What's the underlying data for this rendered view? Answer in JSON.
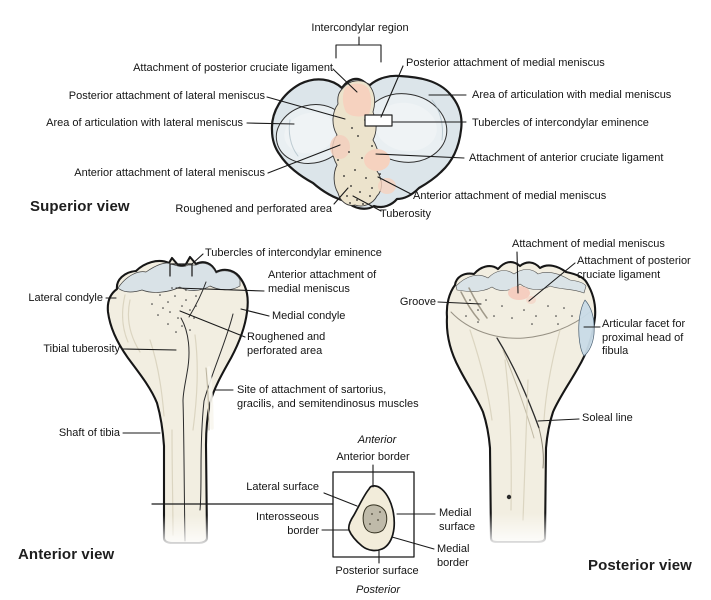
{
  "superior": {
    "title": "Superior view",
    "labels": {
      "intercondylar_region": "Intercondylar region",
      "attachment_posterior_cruciate_ligament": "Attachment of posterior cruciate ligament",
      "posterior_attachment_medial_meniscus": "Posterior attachment of medial meniscus",
      "posterior_attachment_lateral_meniscus": "Posterior attachment of lateral meniscus",
      "area_articulation_medial_meniscus": "Area of articulation with medial meniscus",
      "area_articulation_lateral_meniscus": "Area of articulation with lateral meniscus",
      "tubercles_intercondylar_eminence": "Tubercles of intercondylar eminence",
      "attachment_anterior_cruciate_ligament": "Attachment of anterior cruciate ligament",
      "anterior_attachment_lateral_meniscus": "Anterior attachment of lateral meniscus",
      "anterior_attachment_medial_meniscus": "Anterior attachment of medial meniscus",
      "roughened_perforated_area": "Roughened and perforated area",
      "tuberosity": "Tuberosity"
    }
  },
  "anterior": {
    "title": "Anterior view",
    "labels": {
      "tubercles_intercondylar_eminence": "Tubercles of intercondylar eminence",
      "anterior_attachment_medial_meniscus": [
        "Anterior attachment of",
        "medial meniscus"
      ],
      "lateral_condyle": "Lateral condyle",
      "medial_condyle": "Medial condyle",
      "tibial_tuberosity": "Tibial tuberosity",
      "roughened_perforated_area": [
        "Roughened and",
        "perforated area"
      ],
      "sartorius_site": [
        "Site of attachment of sartorius,",
        "gracilis, and semitendinosus muscles"
      ],
      "shaft_of_tibia": "Shaft of tibia"
    }
  },
  "cross_section": {
    "labels": {
      "anterior_direction": "Anterior",
      "anterior_border": "Anterior border",
      "lateral_surface": "Lateral surface",
      "interosseous_border": [
        "Interosseous",
        "border"
      ],
      "medial_surface": [
        "Medial",
        "surface"
      ],
      "medial_border": [
        "Medial",
        "border"
      ],
      "posterior_surface": "Posterior surface",
      "posterior_direction": "Posterior"
    }
  },
  "posterior": {
    "title": "Posterior view",
    "labels": {
      "attachment_medial_meniscus": "Attachment of medial meniscus",
      "attachment_posterior_cruciate_ligament": [
        "Attachment of posterior",
        "cruciate ligament"
      ],
      "groove": "Groove",
      "articular_facet_fibula": [
        "Articular facet for",
        "proximal head of",
        "fibula"
      ],
      "soleal_line": "Soleal line"
    }
  },
  "colors": {
    "articular_surface_blue": "#dce5ea",
    "bone_cream": "#f2eee1",
    "intercondylar_beige": "#ece3cc",
    "attachment_pink": "#f6d2bf",
    "outline": "#1b1b1b"
  }
}
